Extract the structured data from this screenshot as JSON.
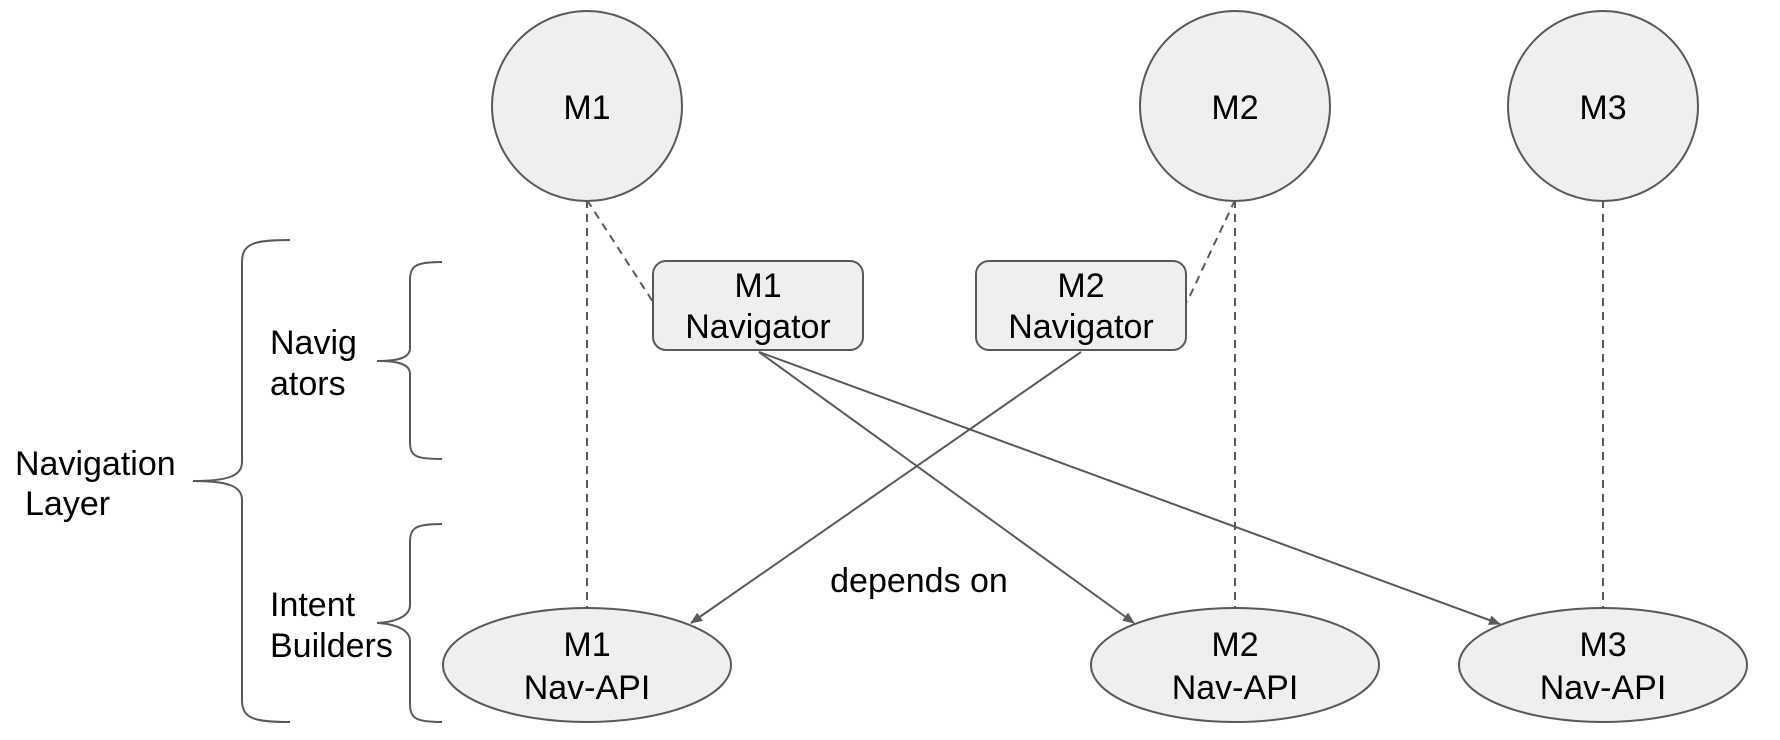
{
  "modules": [
    {
      "id": "m1",
      "label": "M1"
    },
    {
      "id": "m2",
      "label": "M2"
    },
    {
      "id": "m3",
      "label": "M3"
    }
  ],
  "navigators": [
    {
      "id": "m1",
      "line1": "M1",
      "line2": "Navigator"
    },
    {
      "id": "m2",
      "line1": "M2",
      "line2": "Navigator"
    }
  ],
  "nav_apis": [
    {
      "id": "m1",
      "line1": "M1",
      "line2": "Nav-API"
    },
    {
      "id": "m2",
      "line1": "M2",
      "line2": "Nav-API"
    },
    {
      "id": "m3",
      "line1": "M3",
      "line2": "Nav-API"
    }
  ],
  "layers": {
    "navigation_layer": {
      "line1": "Navigation",
      "line2": "Layer"
    },
    "navigators": {
      "line1": "Navig",
      "line2": "ators"
    },
    "intent_builders": {
      "line1": "Intent",
      "line2": "Builders"
    }
  },
  "edge_label": "depends on",
  "colors": {
    "node_fill": "#efefef",
    "stroke": "#595959",
    "text": "#000000"
  }
}
